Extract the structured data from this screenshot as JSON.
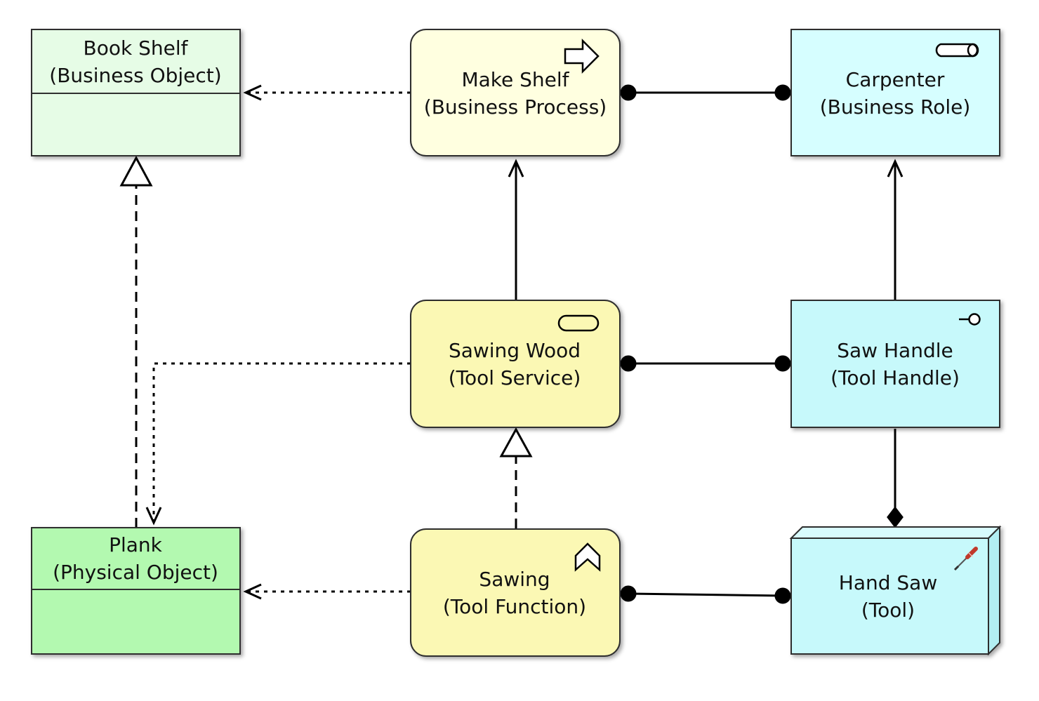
{
  "diagram": {
    "nodes": {
      "book_shelf": {
        "line1": "Book Shelf",
        "line2": "(Business Object)"
      },
      "make_shelf": {
        "line1": "Make Shelf",
        "line2": "(Business Process)"
      },
      "carpenter": {
        "line1": "Carpenter",
        "line2": "(Business Role)"
      },
      "sawing_wood": {
        "line1": "Sawing Wood",
        "line2": "(Tool Service)"
      },
      "saw_handle": {
        "line1": "Saw Handle",
        "line2": "(Tool Handle)"
      },
      "plank": {
        "line1": "Plank",
        "line2": "(Physical Object)"
      },
      "sawing": {
        "line1": "Sawing",
        "line2": "(Tool Function)"
      },
      "hand_saw": {
        "line1": "Hand Saw",
        "line2": "(Tool)"
      }
    },
    "colors": {
      "business_object_fill": "#e6fce6",
      "physical_object_fill": "#b3f9b0",
      "process_fill": "#ffffe0",
      "service_fill": "#fbf8b4",
      "role_fill": "#d6feff",
      "tool_fill": "#c7f9fb",
      "stroke": "#2f2f2f",
      "line": "#000000"
    },
    "icons": {
      "make_shelf": "process-arrow-icon",
      "carpenter": "role-cylinder-icon",
      "sawing_wood": "service-pill-icon",
      "saw_handle": "interface-lollipop-icon",
      "sawing": "function-chevron-icon",
      "hand_saw": "screwdriver-icon"
    }
  }
}
